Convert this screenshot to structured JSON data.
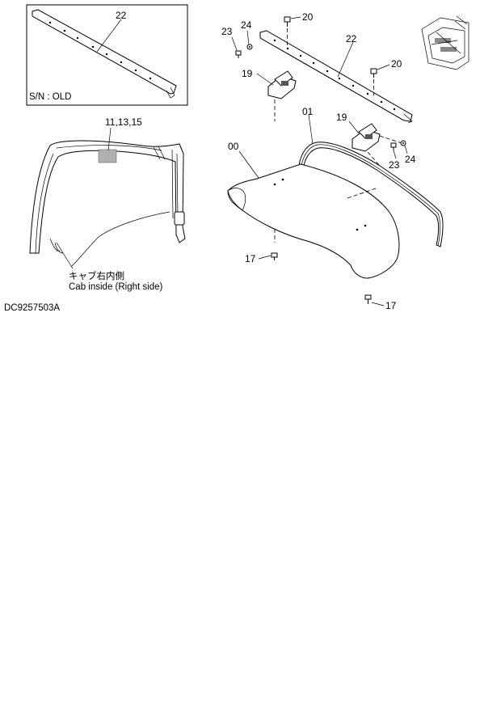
{
  "diagram": {
    "drawing_code": "DC9257503A",
    "inset": {
      "serial_note": "S/N : OLD",
      "part_label": "22"
    },
    "cab_detail": {
      "callout": "11,13,15",
      "caption_jp": "キャブ右内側",
      "caption_en": "Cab inside (Right side)"
    },
    "part_labels": {
      "p20_top": "20",
      "p24_top": "24",
      "p23_top": "23",
      "p22_main": "22",
      "p20_right": "20",
      "p19_left": "19",
      "p01": "01",
      "p19_right": "19",
      "p00": "00",
      "p23_right": "23",
      "p24_right": "24",
      "p17_left": "17",
      "p17_bottom": "17"
    }
  }
}
